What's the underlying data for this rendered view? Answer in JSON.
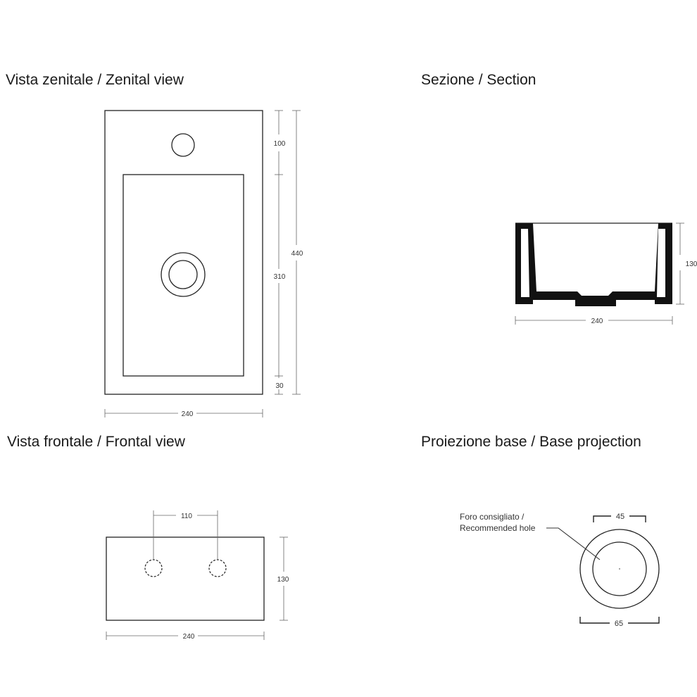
{
  "views": {
    "zenital": {
      "title": "Vista zenitale / Zenital view",
      "dims": {
        "top": "100",
        "total": "440",
        "basin": "310",
        "bottom": "30",
        "width": "240"
      }
    },
    "section": {
      "title": "Sezione / Section",
      "dims": {
        "height": "130",
        "width": "240"
      }
    },
    "frontal": {
      "title": "Vista frontale / Frontal view",
      "dims": {
        "holes_spacing": "110",
        "height": "130",
        "width": "240"
      }
    },
    "base": {
      "title": "Proiezione base / Base projection",
      "note_line1": "Foro consigliato /",
      "note_line2": "Recommended hole",
      "dims": {
        "inner": "45",
        "outer": "65"
      }
    }
  },
  "colors": {
    "line": "#222222",
    "dim_line": "#555555",
    "fill": "#111111"
  }
}
